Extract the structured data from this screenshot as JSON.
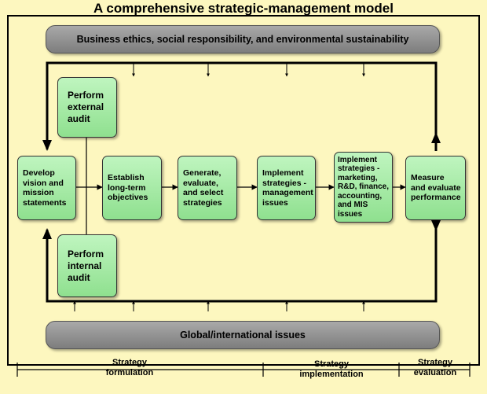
{
  "title": "A comprehensive strategic-management model",
  "top_banner": "Business ethics, social responsibility, and environmental sustainability",
  "bottom_banner": "Global/international issues",
  "boxes": {
    "external_audit": "Perform\nexternal\naudit",
    "internal_audit": "Perform\ninternal\naudit",
    "vision": "Develop\nvision and\nmission\nstatements",
    "objectives": "Establish\nlong-term\nobjectives",
    "generate": "Generate,\nevaluate,\nand select\nstrategies",
    "implement_mgmt": "Implement\nstrategies -\nmanagement\nissues",
    "implement_mkt": "Implement\nstrategies -\nmarketing,\nR&D, finance,\naccounting,\nand MIS issues",
    "measure": "Measure\nand evaluate\nperformance"
  },
  "phases": {
    "formulation": "Strategy\nformulation",
    "implementation": "Strategy\nimplementation",
    "evaluation": "Strategy\nevaluation"
  },
  "colors": {
    "background": "#fdf7bf",
    "box_fill": "#a8eba8",
    "banner_fill": "#999999"
  }
}
